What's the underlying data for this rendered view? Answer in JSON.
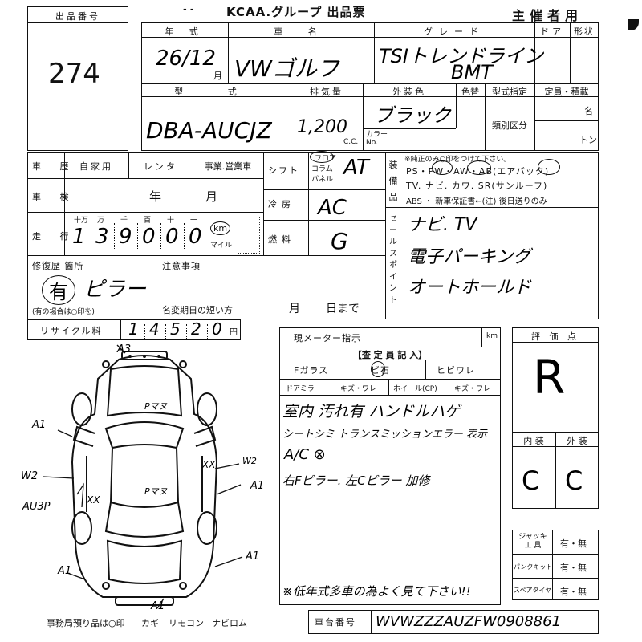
{
  "header": {
    "mark": "- -",
    "title": "KCAA.グループ 出品票",
    "organizer": "主催者用"
  },
  "lot": {
    "label": "出品番号",
    "number": "274"
  },
  "top": {
    "year_label": "年 式",
    "year_value": "26/12",
    "month_unit": "月",
    "car_label": "車 名",
    "car_value": "VWゴルフ",
    "grade_label": "グレード",
    "grade_value_line1": "TSIトレンドライン",
    "grade_value_line2": "BMT",
    "door_label": "ドア",
    "shape_label": "形状"
  },
  "model": {
    "model_label": "型 式",
    "model_value": "DBA-AUCJZ",
    "displacement_label": "排気量",
    "displacement_value": "1,200",
    "cc_unit": "C.C.",
    "color_label": "外装色",
    "color_value": "ブラック",
    "color_no_label": "カラー No.",
    "paint_label": "色替",
    "type_spec_label": "型式指定",
    "class_label": "類別区分",
    "capacity_label": "定員・積載",
    "capacity_unit1": "名",
    "capacity_unit2": "トン"
  },
  "usage": {
    "history_label": "車 歴",
    "private": "自家用",
    "rental": "レンタ",
    "business": "事業.営業車",
    "inspection_label": "車 検",
    "year_unit": "年",
    "month_unit": "月",
    "mileage_label": "走 行",
    "digit_labels": [
      "十万",
      "万",
      "千",
      "百",
      "十",
      "一"
    ],
    "mileage_digits": [
      "1",
      "3",
      "9",
      "0",
      "0",
      "0"
    ],
    "km": "km",
    "mile": "マイル"
  },
  "mech": {
    "shift_label": "シフト",
    "shift_opts": [
      "フロア",
      "コラム",
      "パネル"
    ],
    "shift_value": "AT",
    "ac_label": "冷房",
    "ac_value": "AC",
    "fuel_label": "燃料",
    "fuel_value": "G"
  },
  "equip": {
    "side_label": "装備品",
    "note": "※純正のみ○印をつけて下さい。",
    "row1": "PS・PW・AW・AB(エアバック)",
    "row2": "TV. ナビ. カワ. SR(サンルーフ)",
    "row3": "ABS ・ 新車保証書←(注) 後日送りのみ",
    "sales_label": "セールスポイント",
    "sales1": "ナビ. TV",
    "sales2": "電子パーキング",
    "sales3": "オートホールド"
  },
  "repair": {
    "label": "修復歴 箇所",
    "value": "有",
    "detail": "ピラー",
    "note": "(有の場合は○印を)",
    "caution_label": "注意事項",
    "short_name_label": "名変期日の短い方",
    "month": "月",
    "day": "日まで"
  },
  "recycle": {
    "label": "リサイクル料",
    "digits": [
      "1",
      "4",
      "5",
      "2",
      "0"
    ],
    "unit": "円"
  },
  "meter": {
    "label": "現メーター指示",
    "unit": "km"
  },
  "inspector": {
    "title": "【査 定 員 記 入】",
    "glass": "Fガラス",
    "chip": "ビ石",
    "crack": "ヒビワレ",
    "mirror": "ドアミラー",
    "mirror_opts": "キズ・ワレ",
    "wheel": "ホイール(CP)",
    "wheel_opts": "キズ・ワレ",
    "note1": "室内 汚れ有 ハンドルハゲ",
    "note2": "シートシミ トランスミッションエラー 表示",
    "note3": "A/C ⊗",
    "note4": "右Fピラー. 左Cピラー 加修",
    "note5": "※低年式多車の為よく見て下さい!!"
  },
  "score": {
    "label": "評 価 点",
    "value": "R",
    "interior_label": "内 装",
    "exterior_label": "外 装",
    "interior_value": "C",
    "exterior_value": "C"
  },
  "tools": {
    "jack_label": "ジャッキ 工 具",
    "jack_value": "有・無",
    "puncture_label": "パンクキット",
    "puncture_value": "有・無",
    "spare_label": "スペアタイヤ",
    "spare_value": "有・無"
  },
  "diagram": {
    "marks": {
      "a3": "A3",
      "a1_left": "A1",
      "w2_left": "W2",
      "au3p": "AU3P",
      "w2_right": "W2",
      "a1_right1": "A1",
      "a1_right2": "A1",
      "a1_bottom": "A1",
      "a1_bottom2": "A1",
      "xx_right": "XX",
      "xx_left": "XX",
      "p_top": "Pマヌ",
      "p_mid": "Pマヌ"
    }
  },
  "footer": {
    "office_note": "事務局預り品は○印",
    "key": "カギ",
    "remote": "リモコン",
    "navi": "ナビロム",
    "chassis_label": "車台番号",
    "chassis_value": "WVWZZZAUZFW0908861"
  }
}
